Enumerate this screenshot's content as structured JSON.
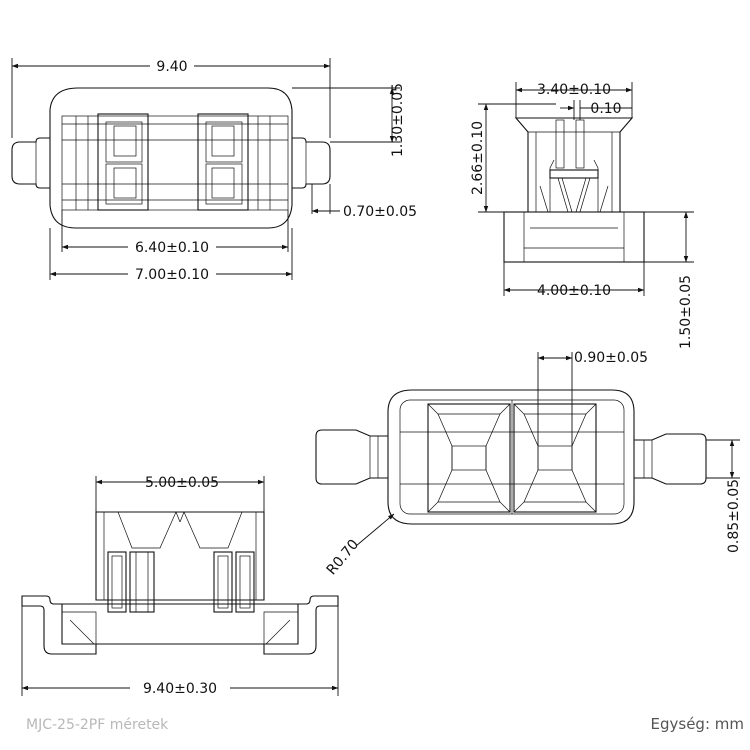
{
  "dimensions": {
    "top_width": "9.40",
    "top_height_right": "1.30±0.05",
    "top_tab": "0.70±0.05",
    "top_inner": "6.40±0.10",
    "top_outer": "7.00±0.10",
    "side_top": "3.40±0.10",
    "side_gap": "0.10",
    "side_left": "2.66±0.10",
    "side_bottom": "4.00±0.10",
    "side_height": "1.50±0.05",
    "bottom_pitch": "0.90±0.05",
    "bottom_radius": "R0.70",
    "bottom_right": "0.85±0.05",
    "front_top": "5.00±0.05",
    "front_bottom": "9.40±0.30"
  },
  "footer": {
    "title": "MJC-25-2PF méretek",
    "unit": "Egység: mm"
  }
}
